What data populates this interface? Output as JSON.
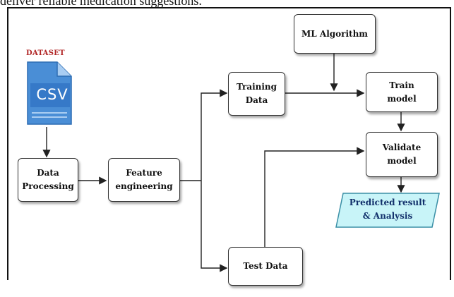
{
  "caption": {
    "text": "deliver reliable medication suggestions."
  },
  "diagram": {
    "dataset_label": "DATASET",
    "file_icon_text": "CSV",
    "nodes": {
      "data_processing": "Data\nProcessing",
      "feature_engineering": "Feature\nengineering",
      "training_data": "Training\nData",
      "test_data": "Test Data",
      "ml_algorithm": "ML Algorithm",
      "train_model": "Train\nmodel",
      "validate_model": "Validate\nmodel",
      "predicted_result": "Predicted result\n& Analysis"
    },
    "colors": {
      "dataset_label": "#b02424",
      "csv_icon": "#4a8ed6",
      "output_fill": "#c8f4f8",
      "output_text": "#12306b"
    }
  }
}
